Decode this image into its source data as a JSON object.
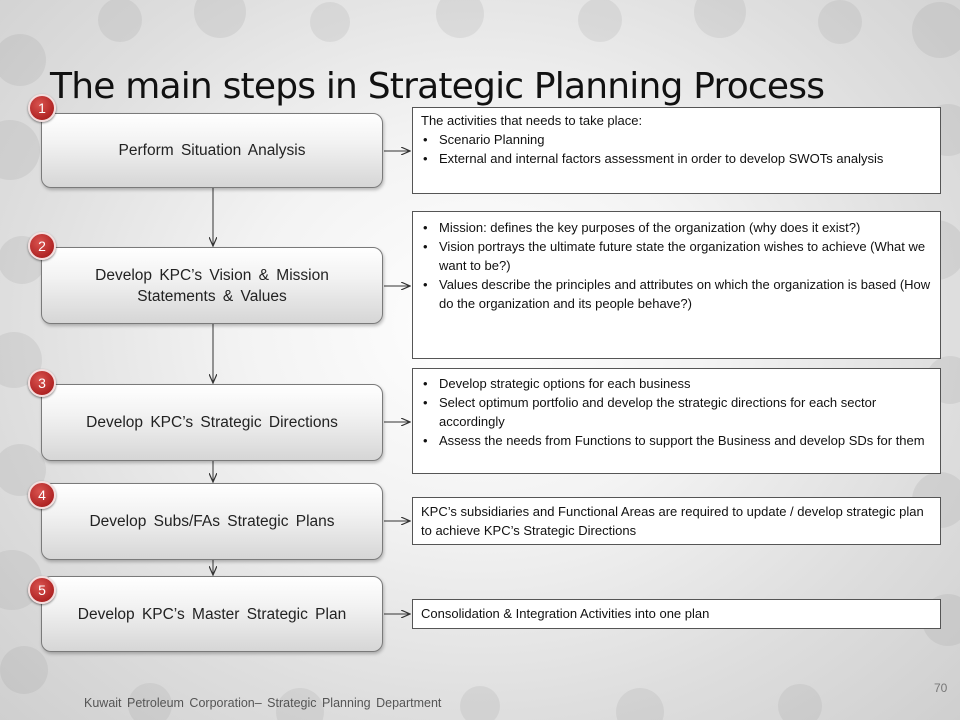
{
  "title": "The main steps in Strategic Planning Process",
  "steps": [
    {
      "number": "1",
      "label": "Perform Situation Analysis",
      "intro": "The activities that needs to take place:",
      "bullets": [
        "Scenario Planning",
        "External and internal factors assessment in order to develop SWOTs analysis"
      ]
    },
    {
      "number": "2",
      "label": "Develop KPC’s Vision & Mission Statements & Values",
      "bullets": [
        "Mission: defines the key purposes of the organization (why does it exist?)",
        "Vision portrays the ultimate future state the organization wishes to achieve (What we want to be?)",
        "Values describe the principles and attributes on which the organization is based (How do the organization and its people behave?)"
      ]
    },
    {
      "number": "3",
      "label": "Develop KPC’s Strategic Directions",
      "bullets": [
        "Develop strategic options for each business",
        "Select optimum portfolio and develop the strategic directions for each sector accordingly",
        "Assess the needs from Functions to support the Business and develop SDs for them"
      ]
    },
    {
      "number": "4",
      "label": "Develop Subs/FAs Strategic Plans",
      "text": "KPC’s subsidiaries and Functional Areas are required to update / develop strategic plan to achieve KPC’s Strategic Directions"
    },
    {
      "number": "5",
      "label": "Develop KPC’s Master Strategic Plan",
      "text": "Consolidation & Integration Activities into one plan"
    }
  ],
  "footer": "Kuwait Petroleum Corporation– Strategic Planning Department",
  "page_number": "70",
  "colors": {
    "badge": "#b02424",
    "box_border": "#555555",
    "arrow": "#333333"
  }
}
